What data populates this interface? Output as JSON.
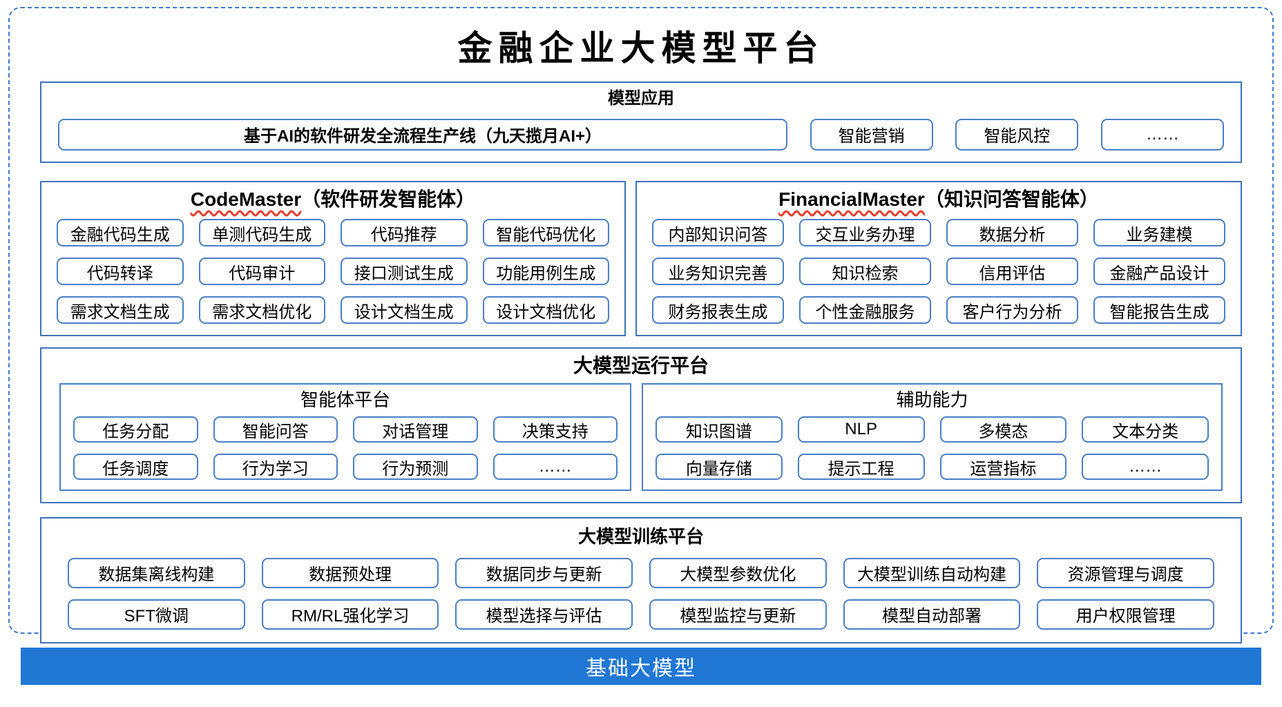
{
  "title": "金融企业大模型平台",
  "colors": {
    "section_border": "#3F72B8",
    "pill_border": "#4A7FC6",
    "dashed_border": "#3D7ACB",
    "base_bar": "#2077D4",
    "squiggle_red": "#E73B2B"
  },
  "model_application": {
    "header": "模型应用",
    "featured_item": "基于AI的软件研发全流程生产线（九天揽月AI+）",
    "items": [
      "智能营销",
      "智能风控",
      "……"
    ]
  },
  "code_master": {
    "name_en": "CodeMaster",
    "name_suffix": "（软件研发智能体）",
    "items": [
      "金融代码生成",
      "单测代码生成",
      "代码推荐",
      "智能代码优化",
      "代码转译",
      "代码审计",
      "接口测试生成",
      "功能用例生成",
      "需求文档生成",
      "需求文档优化",
      "设计文档生成",
      "设计文档优化"
    ]
  },
  "financial_master": {
    "name_en": "FinancialMaster",
    "name_suffix": "（知识问答智能体）",
    "items": [
      "内部知识问答",
      "交互业务办理",
      "数据分析",
      "业务建模",
      "业务知识完善",
      "知识检索",
      "信用评估",
      "金融产品设计",
      "财务报表生成",
      "个性金融服务",
      "客户行为分析",
      "智能报告生成"
    ]
  },
  "runtime_platform": {
    "header": "大模型运行平台",
    "agent_platform": {
      "header": "智能体平台",
      "items": [
        "任务分配",
        "智能问答",
        "对话管理",
        "决策支持",
        "任务调度",
        "行为学习",
        "行为预测",
        "……"
      ]
    },
    "auxiliary": {
      "header": "辅助能力",
      "items": [
        "知识图谱",
        "NLP",
        "多模态",
        "文本分类",
        "向量存储",
        "提示工程",
        "运营指标",
        "……"
      ]
    }
  },
  "training_platform": {
    "header": "大模型训练平台",
    "items": [
      "数据集离线构建",
      "数据预处理",
      "数据同步与更新",
      "大模型参数优化",
      "大模型训练自动构建",
      "资源管理与调度",
      "SFT微调",
      "RM/RL强化学习",
      "模型选择与评估",
      "模型监控与更新",
      "模型自动部署",
      "用户权限管理"
    ]
  },
  "base_model_bar": "基础大模型"
}
